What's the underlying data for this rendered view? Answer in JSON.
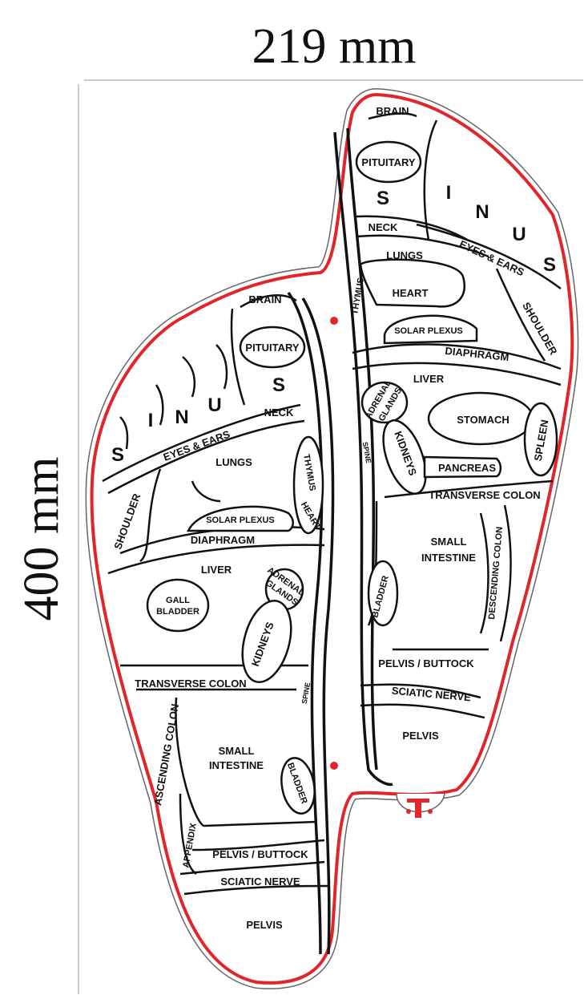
{
  "dimensions": {
    "width_label": "219 mm",
    "height_label": "400 mm"
  },
  "colors": {
    "outline": "#e0252b",
    "lines": "#111111",
    "dimension_lines": "#999999"
  },
  "left_foot": {
    "brain": "BRAIN",
    "pituitary": "PITUITARY",
    "sinus": [
      "S",
      "I",
      "N",
      "U",
      "S"
    ],
    "neck": "NECK",
    "eyes_ears": "EYES & EARS",
    "lungs": "LUNGS",
    "shoulder": "SHOULDER",
    "thymus": "THYMUS",
    "heart": "HEART",
    "solar_plexus": "SOLAR PLEXUS",
    "diaphragm": "DIAPHRAGM",
    "liver": "LIVER",
    "gall": "GALL",
    "bladder_gall": "BLADDER",
    "adrenal": "ADRENAL",
    "glands": "GLANDS",
    "kidneys": "KIDNEYS",
    "spine": "SPINE",
    "transverse_colon": "TRANSVERSE COLON",
    "small": "SMALL",
    "intestine": "INTESTINE",
    "ascending_colon": "ASCENDING COLON",
    "bladder": "BLADDER",
    "appendix": "APPENDIX",
    "pelvis_buttock": "PELVIS / BUTTOCK",
    "sciatic_nerve": "SCIATIC NERVE",
    "pelvis": "PELVIS"
  },
  "right_foot": {
    "brain": "BRAIN",
    "pituitary": "PITUITARY",
    "sinus": [
      "S",
      "I",
      "N",
      "U",
      "S"
    ],
    "neck": "NECK",
    "lungs": "LUNGS",
    "eyes_ears": "EYES & EARS",
    "thymus": "THYMUS",
    "heart": "HEART",
    "solar_plexus": "SOLAR PLEXUS",
    "shoulder": "SHOULDER",
    "diaphragm": "DIAPHRAGM",
    "liver": "LIVER",
    "adrenal": "ADRENAL",
    "glands": "GLANDS",
    "stomach": "STOMACH",
    "spleen": "SPLEEN",
    "spine": "SPINE",
    "kidneys": "KIDNEYS",
    "pancreas": "PANCREAS",
    "transverse_colon": "TRANSVERSE COLON",
    "small": "SMALL",
    "intestine": "INTESTINE",
    "descending_colon": "DESCENDING COLON",
    "bladder": "BLADDER",
    "pelvis_buttock": "PELVIS / BUTTOCK",
    "sciatic_nerve": "SCIATIC NERVE",
    "pelvis": "PELVIS"
  }
}
